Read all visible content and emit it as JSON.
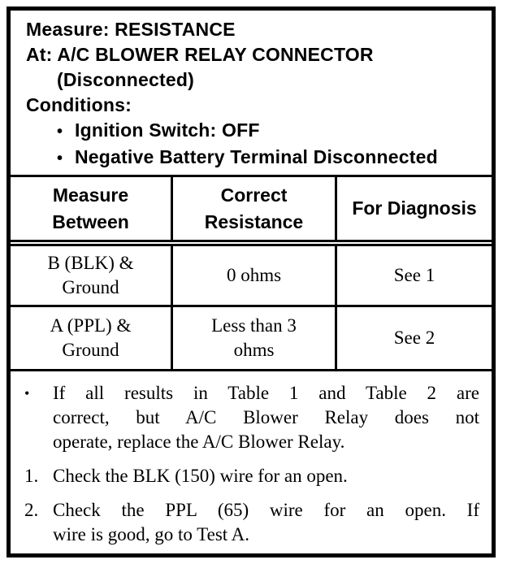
{
  "colors": {
    "ink": "#000000",
    "paper": "#ffffff"
  },
  "header": {
    "measure_line": "Measure: RESISTANCE",
    "at_line": "At: A/C BLOWER RELAY CONNECTOR",
    "at_note": "(Disconnected)",
    "conditions_label": "Conditions:",
    "bullet_char": "•",
    "conditions": [
      "Ignition Switch: OFF",
      "Negative Battery Terminal Disconnected"
    ]
  },
  "table": {
    "headers": {
      "measure_between": "Measure\nBetween",
      "correct_resistance": "Correct\nResistance",
      "for_diagnosis": "For Diagnosis"
    },
    "rows": [
      {
        "measure_between": "B (BLK) &\nGround",
        "correct_resistance": "0 ohms",
        "for_diagnosis": "See 1"
      },
      {
        "measure_between": "A (PPL) &\nGround",
        "correct_resistance": "Less than 3\nohms",
        "for_diagnosis": "See 2"
      }
    ]
  },
  "notes": {
    "bullet_char": "•",
    "bullet_note_lines": [
      "If all results in Table 1 and Table 2 are",
      "correct, but A/C Blower Relay does not",
      "operate, replace the A/C Blower Relay."
    ],
    "item1_marker": "1.",
    "item1_lines": [
      "Check the BLK (150) wire for an open."
    ],
    "item2_marker": "2.",
    "item2_lines": [
      "Check the PPL (65) wire for an open. If",
      "wire is good, go to Test A."
    ]
  }
}
